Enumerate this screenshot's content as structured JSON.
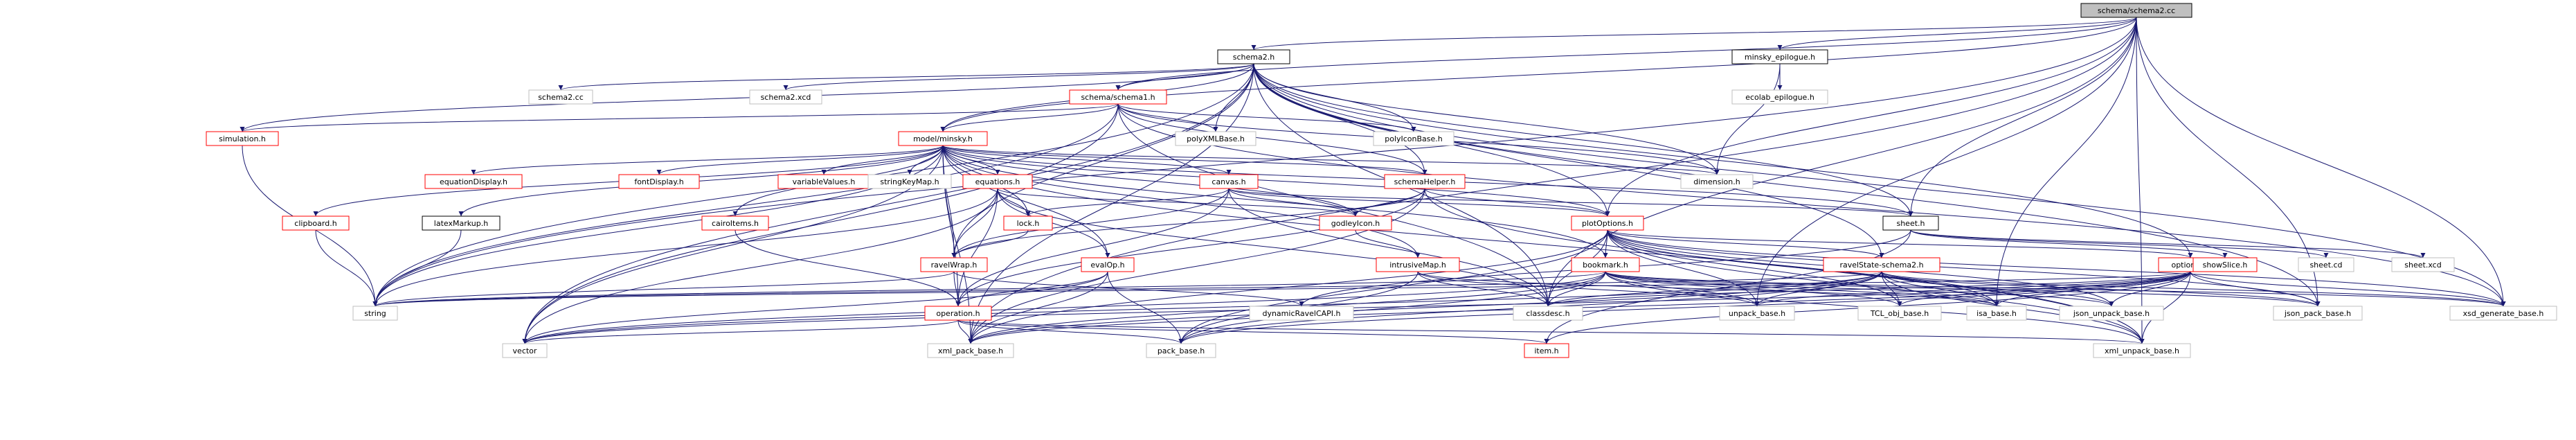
{
  "colors": {
    "edge": "#191970",
    "root_fill": "#bfbfbf",
    "node_fill": "#ffffff",
    "stroke_documented": "#000000",
    "stroke_truncated": "#ff0000",
    "stroke_external": "#bfbfbf"
  },
  "nodes": [
    {
      "id": "root",
      "label": "schema/schema2.cc",
      "kind": "root"
    },
    {
      "id": "schema2h",
      "label": "schema2.h",
      "kind": "documented"
    },
    {
      "id": "minskyepi",
      "label": "minsky_epilogue.h",
      "kind": "documented"
    },
    {
      "id": "schema2cc",
      "label": "schema2.cc",
      "kind": "external"
    },
    {
      "id": "schema2xcd",
      "label": "schema2.xcd",
      "kind": "external"
    },
    {
      "id": "schema1h",
      "label": "schema/schema1.h",
      "kind": "truncated"
    },
    {
      "id": "ecolabepi",
      "label": "ecolab_epilogue.h",
      "kind": "external"
    },
    {
      "id": "simulation",
      "label": "simulation.h",
      "kind": "truncated"
    },
    {
      "id": "modelminsky",
      "label": "model/minsky.h",
      "kind": "truncated"
    },
    {
      "id": "polyxml",
      "label": "polyXMLBase.h",
      "kind": "external"
    },
    {
      "id": "polyicon",
      "label": "polyIconBase.h",
      "kind": "external"
    },
    {
      "id": "dimension",
      "label": "dimension.h",
      "kind": "external"
    },
    {
      "id": "schemahelper",
      "label": "schemaHelper.h",
      "kind": "truncated"
    },
    {
      "id": "canvas",
      "label": "canvas.h",
      "kind": "truncated"
    },
    {
      "id": "equations",
      "label": "equations.h",
      "kind": "truncated"
    },
    {
      "id": "eqdisplay",
      "label": "equationDisplay.h",
      "kind": "truncated"
    },
    {
      "id": "fontdisplay",
      "label": "fontDisplay.h",
      "kind": "truncated"
    },
    {
      "id": "varvalues",
      "label": "variableValues.h",
      "kind": "truncated"
    },
    {
      "id": "stringkeymap",
      "label": "stringKeyMap.h",
      "kind": "external"
    },
    {
      "id": "clipboard",
      "label": "clipboard.h",
      "kind": "truncated"
    },
    {
      "id": "latexmarkup",
      "label": "latexMarkup.h",
      "kind": "documented"
    },
    {
      "id": "cairoitems",
      "label": "cairoItems.h",
      "kind": "truncated"
    },
    {
      "id": "lockh",
      "label": "lock.h",
      "kind": "truncated"
    },
    {
      "id": "godleyicon",
      "label": "godleyIcon.h",
      "kind": "truncated"
    },
    {
      "id": "plotoptions",
      "label": "plotOptions.h",
      "kind": "truncated"
    },
    {
      "id": "sheeth",
      "label": "sheet.h",
      "kind": "documented"
    },
    {
      "id": "ravelwrap",
      "label": "ravelWrap.h",
      "kind": "truncated"
    },
    {
      "id": "evalop",
      "label": "evalOp.h",
      "kind": "truncated"
    },
    {
      "id": "intrusivemap",
      "label": "intrusiveMap.h",
      "kind": "truncated"
    },
    {
      "id": "bookmark",
      "label": "bookmark.h",
      "kind": "truncated"
    },
    {
      "id": "ravelstate",
      "label": "ravelState-schema2.h",
      "kind": "truncated"
    },
    {
      "id": "optional",
      "label": "optional.h",
      "kind": "truncated"
    },
    {
      "id": "showslice",
      "label": "showSlice.h",
      "kind": "truncated"
    },
    {
      "id": "sheetcd",
      "label": "sheet.cd",
      "kind": "external"
    },
    {
      "id": "sheetxcd",
      "label": "sheet.xcd",
      "kind": "external"
    },
    {
      "id": "stringn",
      "label": "string",
      "kind": "external"
    },
    {
      "id": "operation",
      "label": "operation.h",
      "kind": "truncated"
    },
    {
      "id": "dynravelcapi",
      "label": "dynamicRavelCAPI.h",
      "kind": "external"
    },
    {
      "id": "classdesc",
      "label": "classdesc.h",
      "kind": "external"
    },
    {
      "id": "unpackbase",
      "label": "unpack_base.h",
      "kind": "external"
    },
    {
      "id": "isabase",
      "label": "isa_base.h",
      "kind": "external"
    },
    {
      "id": "tclobj",
      "label": "TCL_obj_base.h",
      "kind": "external"
    },
    {
      "id": "jsonunpack",
      "label": "json_unpack_base.h",
      "kind": "external"
    },
    {
      "id": "jsonpack",
      "label": "json_pack_base.h",
      "kind": "external"
    },
    {
      "id": "xsdgen",
      "label": "xsd_generate_base.h",
      "kind": "external"
    },
    {
      "id": "vector",
      "label": "vector",
      "kind": "external"
    },
    {
      "id": "xmlpack",
      "label": "xml_pack_base.h",
      "kind": "external"
    },
    {
      "id": "packbase",
      "label": "pack_base.h",
      "kind": "external"
    },
    {
      "id": "itemh",
      "label": "item.h",
      "kind": "truncated"
    },
    {
      "id": "xmlunpack",
      "label": "xml_unpack_base.h",
      "kind": "external"
    }
  ],
  "edges": [
    [
      "root",
      "schema2h"
    ],
    [
      "root",
      "minskyepi"
    ],
    [
      "root",
      "sheeth"
    ],
    [
      "root",
      "stringn"
    ],
    [
      "root",
      "modelminsky"
    ],
    [
      "root",
      "schema1h"
    ],
    [
      "root",
      "plotoptions"
    ],
    [
      "root",
      "classdesc"
    ],
    [
      "root",
      "isabase"
    ],
    [
      "root",
      "jsonpack"
    ],
    [
      "root",
      "xsdgen"
    ],
    [
      "root",
      "xmlunpack"
    ],
    [
      "root",
      "unpackbase"
    ],
    [
      "root",
      "xmlpack"
    ],
    [
      "schema2h",
      "schema2cc"
    ],
    [
      "schema2h",
      "schema2xcd"
    ],
    [
      "schema2h",
      "schema1h"
    ],
    [
      "schema2h",
      "simulation"
    ],
    [
      "schema2h",
      "modelminsky"
    ],
    [
      "schema2h",
      "polyxml"
    ],
    [
      "schema2h",
      "polyicon"
    ],
    [
      "schema2h",
      "schemahelper"
    ],
    [
      "schema2h",
      "dimension"
    ],
    [
      "schema2h",
      "sheeth"
    ],
    [
      "schema2h",
      "plotoptions"
    ],
    [
      "schema2h",
      "ravelstate"
    ],
    [
      "schema2h",
      "optional"
    ],
    [
      "schema2h",
      "stringn"
    ],
    [
      "schema2h",
      "vector"
    ],
    [
      "schema2h",
      "classdesc"
    ],
    [
      "schema2h",
      "jsonpack"
    ],
    [
      "schema2h",
      "xsdgen"
    ],
    [
      "schema2h",
      "ravelwrap"
    ],
    [
      "schema2h",
      "xmlpack"
    ],
    [
      "minskyepi",
      "ecolabepi"
    ],
    [
      "minskyepi",
      "dimension"
    ],
    [
      "schema1h",
      "simulation"
    ],
    [
      "schema1h",
      "modelminsky"
    ],
    [
      "schema1h",
      "polyxml"
    ],
    [
      "schema1h",
      "polyicon"
    ],
    [
      "schema1h",
      "schemahelper"
    ],
    [
      "schema1h",
      "dimension"
    ],
    [
      "schema1h",
      "stringn"
    ],
    [
      "schema1h",
      "vector"
    ],
    [
      "schema1h",
      "classdesc"
    ],
    [
      "schema1h",
      "xsdgen"
    ],
    [
      "simulation",
      "stringn"
    ],
    [
      "modelminsky",
      "equations"
    ],
    [
      "modelminsky",
      "canvas"
    ],
    [
      "modelminsky",
      "eqdisplay"
    ],
    [
      "modelminsky",
      "fontdisplay"
    ],
    [
      "modelminsky",
      "varvalues"
    ],
    [
      "modelminsky",
      "stringkeymap"
    ],
    [
      "modelminsky",
      "clipboard"
    ],
    [
      "modelminsky",
      "latexmarkup"
    ],
    [
      "modelminsky",
      "cairoitems"
    ],
    [
      "modelminsky",
      "lockh"
    ],
    [
      "modelminsky",
      "godleyicon"
    ],
    [
      "modelminsky",
      "dimension"
    ],
    [
      "modelminsky",
      "schemahelper"
    ],
    [
      "modelminsky",
      "sheeth"
    ],
    [
      "modelminsky",
      "ravelwrap"
    ],
    [
      "modelminsky",
      "evalop"
    ],
    [
      "modelminsky",
      "intrusivemap"
    ],
    [
      "modelminsky",
      "bookmark"
    ],
    [
      "modelminsky",
      "operation"
    ],
    [
      "modelminsky",
      "stringn"
    ],
    [
      "modelminsky",
      "vector"
    ],
    [
      "modelminsky",
      "xmlpack"
    ],
    [
      "modelminsky",
      "xmlunpack"
    ],
    [
      "modelminsky",
      "plotoptions"
    ],
    [
      "clipboard",
      "stringn"
    ],
    [
      "latexmarkup",
      "stringn"
    ],
    [
      "cairoitems",
      "operation"
    ],
    [
      "equations",
      "lockh"
    ],
    [
      "equations",
      "godleyicon"
    ],
    [
      "equations",
      "ravelwrap"
    ],
    [
      "equations",
      "evalop"
    ],
    [
      "equations",
      "operation"
    ],
    [
      "equations",
      "stringn"
    ],
    [
      "equations",
      "vector"
    ],
    [
      "equations",
      "classdesc"
    ],
    [
      "canvas",
      "lockh"
    ],
    [
      "canvas",
      "godleyicon"
    ],
    [
      "canvas",
      "ravelwrap"
    ],
    [
      "canvas",
      "sheeth"
    ],
    [
      "canvas",
      "plotoptions"
    ],
    [
      "canvas",
      "operation"
    ],
    [
      "canvas",
      "classdesc"
    ],
    [
      "lockh",
      "ravelwrap"
    ],
    [
      "godleyicon",
      "intrusivemap"
    ],
    [
      "schemahelper",
      "godleyicon"
    ],
    [
      "schemahelper",
      "plotoptions"
    ],
    [
      "schemahelper",
      "ravelwrap"
    ],
    [
      "schemahelper",
      "operation"
    ],
    [
      "schemahelper",
      "xmlunpack"
    ],
    [
      "schemahelper",
      "xmlpack"
    ],
    [
      "plotoptions",
      "bookmark"
    ],
    [
      "plotoptions",
      "ravelstate"
    ],
    [
      "plotoptions",
      "optional"
    ],
    [
      "plotoptions",
      "classdesc"
    ],
    [
      "plotoptions",
      "unpackbase"
    ],
    [
      "plotoptions",
      "tclobj"
    ],
    [
      "plotoptions",
      "jsonpack"
    ],
    [
      "plotoptions",
      "jsonunpack"
    ],
    [
      "plotoptions",
      "xsdgen"
    ],
    [
      "plotoptions",
      "packbase"
    ],
    [
      "plotoptions",
      "xmlpack"
    ],
    [
      "plotoptions",
      "xmlunpack"
    ],
    [
      "plotoptions",
      "isabase"
    ],
    [
      "sheeth",
      "showslice"
    ],
    [
      "sheeth",
      "sheetcd"
    ],
    [
      "sheeth",
      "sheetxcd"
    ],
    [
      "sheeth",
      "itemh"
    ],
    [
      "sheeth",
      "dynravelcapi"
    ],
    [
      "ravelwrap",
      "operation"
    ],
    [
      "ravelwrap",
      "dynravelcapi"
    ],
    [
      "ravelwrap",
      "stringn"
    ],
    [
      "evalop",
      "operation"
    ],
    [
      "evalop",
      "packbase"
    ],
    [
      "evalop",
      "vector"
    ],
    [
      "evalop",
      "xmlpack"
    ],
    [
      "intrusivemap",
      "classdesc"
    ],
    [
      "intrusivemap",
      "unpackbase"
    ],
    [
      "intrusivemap",
      "packbase"
    ],
    [
      "intrusivemap",
      "isabase"
    ],
    [
      "bookmark",
      "stringn"
    ],
    [
      "bookmark",
      "classdesc"
    ],
    [
      "bookmark",
      "unpackbase"
    ],
    [
      "bookmark",
      "isabase"
    ],
    [
      "bookmark",
      "tclobj"
    ],
    [
      "bookmark",
      "jsonunpack"
    ],
    [
      "bookmark",
      "jsonpack"
    ],
    [
      "bookmark",
      "xsdgen"
    ],
    [
      "bookmark",
      "vector"
    ],
    [
      "bookmark",
      "xmlpack"
    ],
    [
      "bookmark",
      "packbase"
    ],
    [
      "bookmark",
      "xmlunpack"
    ],
    [
      "ravelstate",
      "classdesc"
    ],
    [
      "ravelstate",
      "unpackbase"
    ],
    [
      "ravelstate",
      "isabase"
    ],
    [
      "ravelstate",
      "tclobj"
    ],
    [
      "ravelstate",
      "jsonunpack"
    ],
    [
      "ravelstate",
      "jsonpack"
    ],
    [
      "ravelstate",
      "xsdgen"
    ],
    [
      "ravelstate",
      "vector"
    ],
    [
      "ravelstate",
      "xmlpack"
    ],
    [
      "ravelstate",
      "packbase"
    ],
    [
      "ravelstate",
      "xmlunpack"
    ],
    [
      "ravelstate",
      "stringn"
    ],
    [
      "optional",
      "classdesc"
    ],
    [
      "optional",
      "unpackbase"
    ],
    [
      "optional",
      "isabase"
    ],
    [
      "optional",
      "tclobj"
    ],
    [
      "optional",
      "jsonunpack"
    ],
    [
      "optional",
      "jsonpack"
    ],
    [
      "optional",
      "xsdgen"
    ],
    [
      "optional",
      "xmlpack"
    ],
    [
      "optional",
      "packbase"
    ],
    [
      "optional",
      "xmlunpack"
    ],
    [
      "optional",
      "itemh"
    ],
    [
      "optional",
      "vector"
    ],
    [
      "optional",
      "stringn"
    ],
    [
      "operation",
      "vector"
    ],
    [
      "operation",
      "xmlpack"
    ],
    [
      "operation",
      "packbase"
    ],
    [
      "operation",
      "xmlunpack"
    ],
    [
      "operation",
      "itemh"
    ]
  ]
}
